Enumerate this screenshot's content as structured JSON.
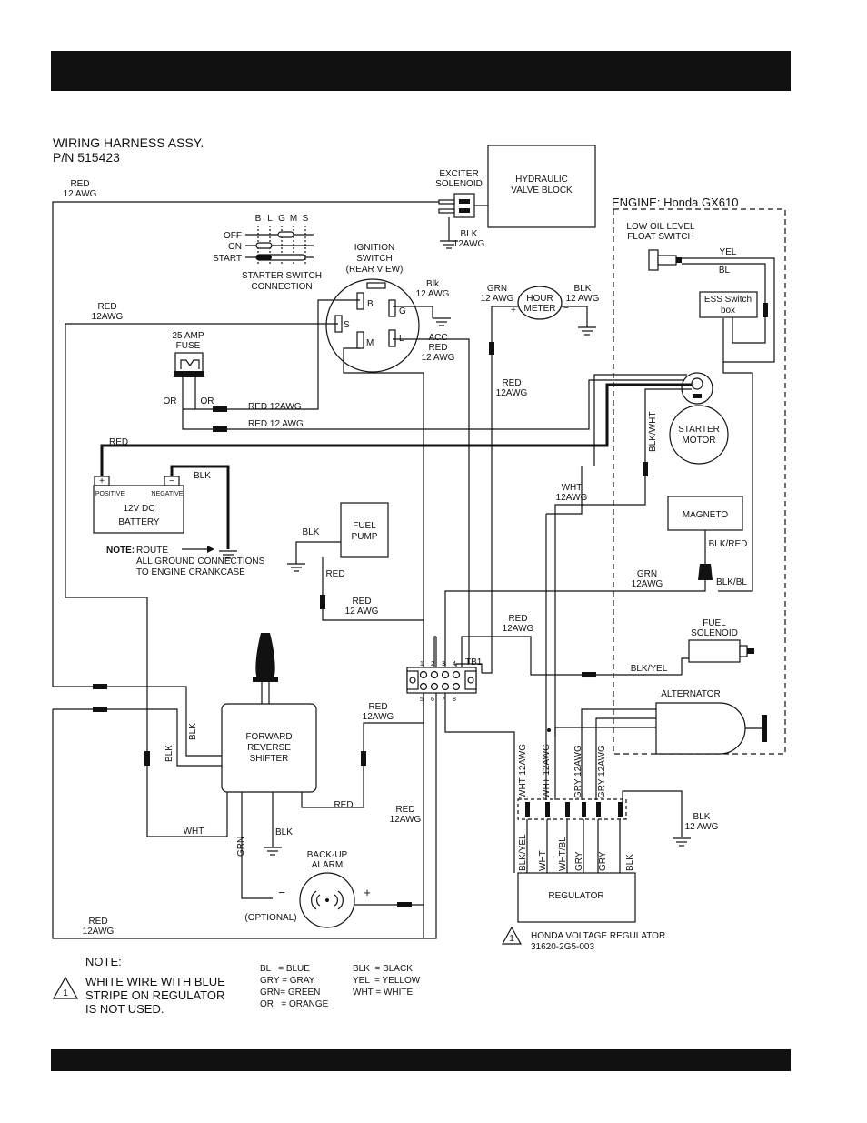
{
  "harness": {
    "title": "WIRING HARNESS ASSY.",
    "pn": "P/N 515423"
  },
  "engine_label": "ENGINE: Honda GX610",
  "components": {
    "hydraulic": "HYDRAULIC|VALVE BLOCK",
    "exciter": "EXCITER|SOLENOID",
    "ignition": "IGNITION|SWITCH|(REAR VIEW)",
    "starter_conn": "STARTER SWITCH|CONNECTION",
    "fuse": "25 AMP|FUSE",
    "hour_meter": "HOUR|METER",
    "low_oil": "LOW OIL LEVEL|FLOAT SWITCH",
    "ess": "ESS Switch|box",
    "starter_motor": "STARTER|MOTOR",
    "battery": "12V DC|BATTERY",
    "positive": "POSITIVE",
    "negative": "NEGATIVE",
    "fuel_pump": "FUEL|PUMP",
    "magneto": "MAGNETO",
    "fuel_solenoid": "FUEL|SOLENOID",
    "alternator": "ALTERNATOR",
    "shifter": "FORWARD|REVERSE|SHIFTER",
    "backup_alarm": "BACK-UP|ALARM",
    "optional": "(OPTIONAL)",
    "regulator": "REGULATOR",
    "tb1": "TB1",
    "honda_reg": "HONDA VOLTAGE REGULATOR|31620-2G5-003",
    "route_note_bold": "NOTE:",
    "route_note": " ROUTE|ALL GROUND CONNECTIONS|TO ENGINE CRANKCASE"
  },
  "switch_table": {
    "cols": [
      "B",
      "L",
      "G",
      "M",
      "S"
    ],
    "rows": [
      "OFF",
      "ON",
      "START"
    ]
  },
  "ignition_terms": [
    "B",
    "G",
    "S",
    "M",
    "L"
  ],
  "tb_top": [
    "1",
    "2",
    "3",
    "4"
  ],
  "tb_bottom": [
    "5",
    "6",
    "7",
    "8"
  ],
  "wires": {
    "red12_a": "RED|12 AWG",
    "red12_b": "RED|12AWG",
    "blk12_exc": "BLK|12AWG",
    "blk12_ign": "Blk|12 AWG",
    "grn12": "GRN|12 AWG",
    "blk12_hm": "BLK|12 AWG",
    "acc": "ACC|RED|12 AWG",
    "red12_mid": "RED|12AWG",
    "or1": "OR",
    "or2": "OR",
    "red12_f1": "RED 12AWG",
    "red12_f2": "RED 12 AWG",
    "red_bat": "RED",
    "blk_bat": "BLK",
    "blkwht": "BLK/WHT",
    "yel": "YEL",
    "bl": "BL",
    "wht12": "WHT|12AWG",
    "blk_fp": "BLK",
    "red_fp": "RED",
    "red12_fp": "RED|12 AWG",
    "blkred": "BLK/RED",
    "grn12_mag": "GRN|12AWG",
    "blkbl": "BLK/BL",
    "red12_tb": "RED|12AWG",
    "blkyel": "BLK/YEL",
    "red12_sh": "RED|12AWG",
    "blk_sh1": "BLK",
    "blk_sh2": "BLK",
    "wht_sh": "WHT",
    "blk_sh3": "BLK",
    "red_sh": "RED",
    "grn_sh": "GRN",
    "red12_alarm": "RED|12AWG",
    "red12_bl": "RED|12AWG",
    "reg_wht1": "WHT 12AWG",
    "reg_wht2": "WHT 12AWG",
    "reg_gry1": "GRY 12AWG",
    "reg_gry2": "GRY 12AWG",
    "blk12_reg": "BLK|12 AWG",
    "reg_in": [
      "BLK/YEL",
      "WHT",
      "WHT/BL",
      "GRY",
      "GRY",
      "BLK"
    ]
  },
  "note": {
    "title": "NOTE:",
    "marker": "1",
    "text": "WHITE WIRE WITH BLUE|STRIPE ON REGULATOR|IS NOT USED."
  },
  "legend": {
    "left": [
      "BL   = BLUE",
      "GRY = GRAY",
      "GRN= GREEN",
      "OR   = ORANGE"
    ],
    "right": [
      "BLK  = BLACK",
      "YEL  = YELLOW",
      "WHT = WHITE"
    ]
  },
  "colors": {
    "ink": "#111111",
    "paper": "#ffffff"
  }
}
